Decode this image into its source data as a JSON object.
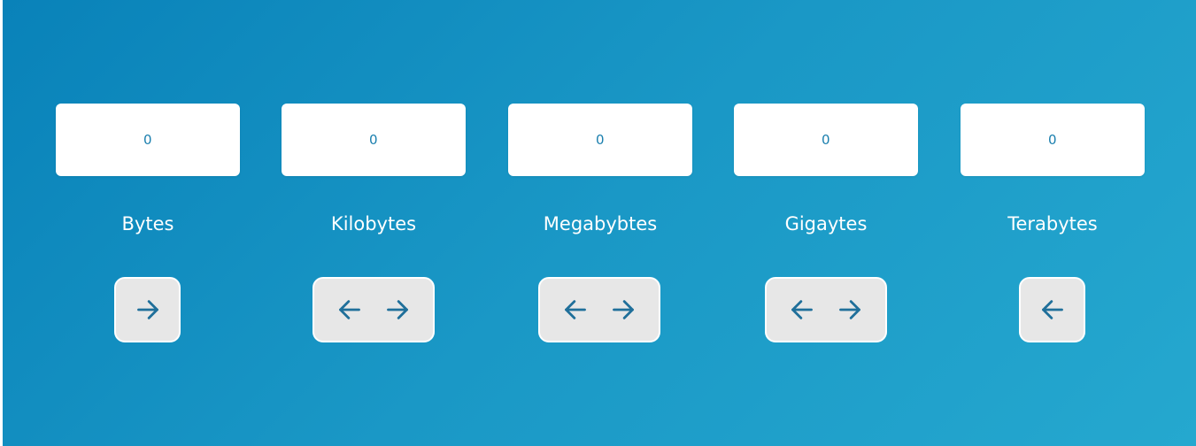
{
  "units": [
    {
      "value": "0",
      "label": "Bytes"
    },
    {
      "value": "0",
      "label": "Kilobytes"
    },
    {
      "value": "0",
      "label": "Megabybtes"
    },
    {
      "value": "0",
      "label": "Gigaytes"
    },
    {
      "value": "0",
      "label": "Terabytes"
    }
  ],
  "icons": {
    "left": "arrow-left-icon",
    "right": "arrow-right-icon"
  },
  "colors": {
    "background_start": "#0982b9",
    "background_end": "#25a8cf",
    "value_text": "#1a7fae",
    "arrow": "#1f6f9a",
    "button_bg": "#e7e7e7"
  }
}
